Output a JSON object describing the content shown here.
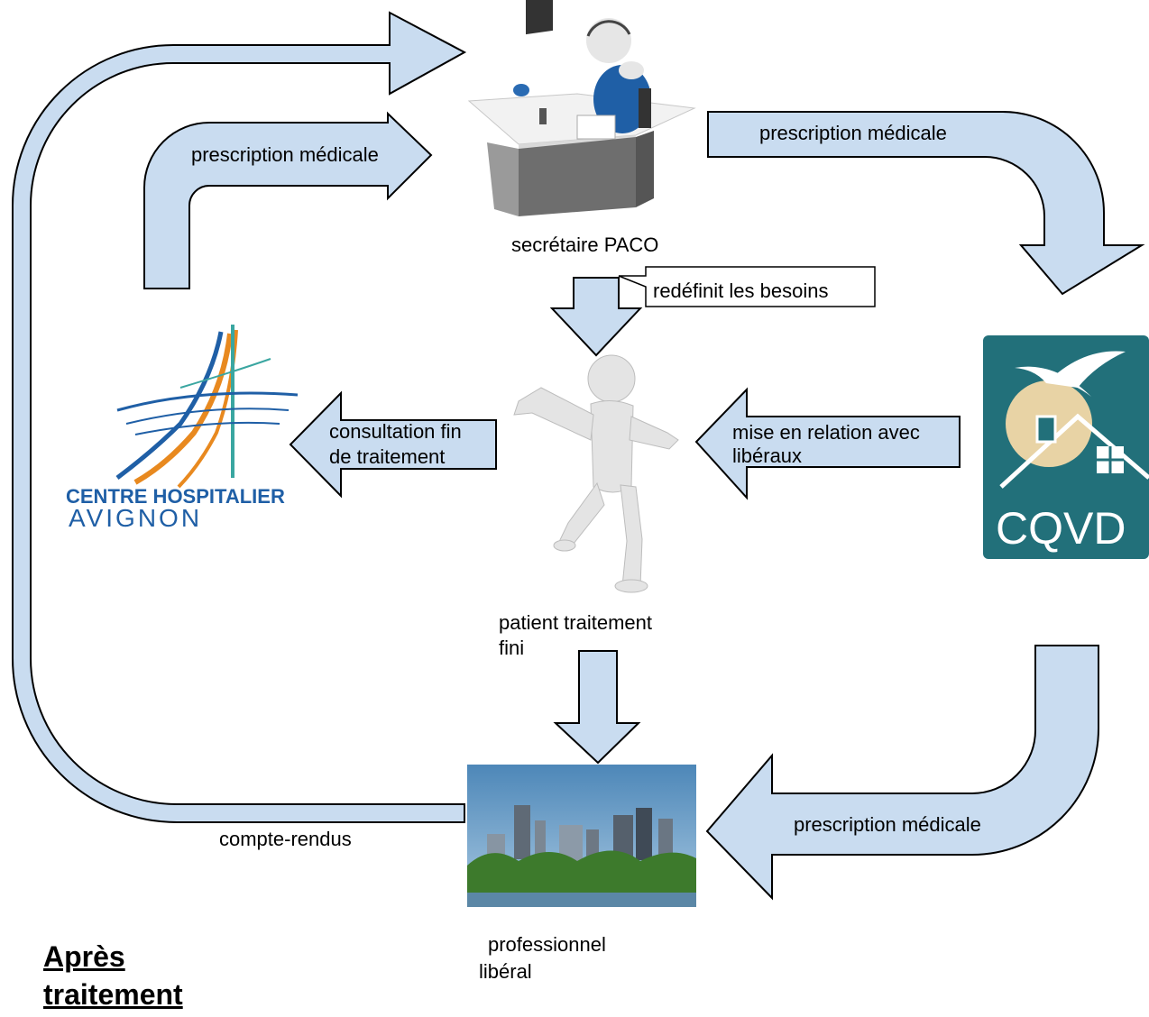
{
  "diagram": {
    "title_line1": "Après",
    "title_line2": "traitement",
    "nodes": {
      "secretary": "secrétaire PACO",
      "patient_line1": "patient traitement",
      "patient_line2": "fini",
      "liberal_line1": "professionnel",
      "liberal_line2": "libéral"
    },
    "logos": {
      "hospital_line1": "CENTRE HOSPITALIER",
      "hospital_line2": "AVIGNON",
      "cqvd": "CQVD"
    },
    "arrows": {
      "hosp_to_secretary": "prescription médicale",
      "secretary_to_cqvd": "prescription médicale",
      "secretary_callout": "redéfinit les besoins",
      "patient_to_hospital_line1": "consultation fin",
      "patient_to_hospital_line2": "de traitement",
      "cqvd_to_patient_line1": "mise en relation avec",
      "cqvd_to_patient_line2": "libéraux",
      "cqvd_to_liberal": "prescription médicale",
      "liberal_loop": "compte-rendus"
    },
    "colors": {
      "arrow_fill": "#c9dcf0",
      "arrow_stroke": "#000000",
      "hospital_blue": "#1f5fa6",
      "hospital_orange": "#e8891f",
      "hospital_teal": "#3aa6a1",
      "cqvd_teal": "#22707a",
      "cqvd_sun": "#e8d3a5"
    }
  }
}
